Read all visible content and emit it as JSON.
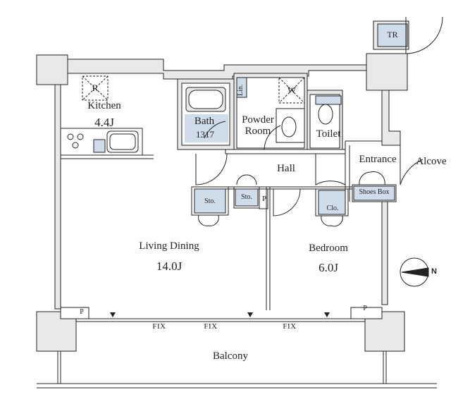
{
  "rooms": {
    "kitchen": {
      "name": "Kitchen",
      "area": "4.4J"
    },
    "living": {
      "name": "Living Dining",
      "area": "14.0J"
    },
    "bedroom": {
      "name": "Bedroom",
      "area": "6.0J"
    },
    "bath": {
      "name": "Bath",
      "size": "1317"
    },
    "powder": {
      "line1": "Powder",
      "line2": "Room"
    },
    "toilet": "Toilet",
    "hall": "Hall",
    "entrance": "Entrance",
    "alcove": "Alcove",
    "balcony": "Balcony"
  },
  "fixtures": {
    "refrigerator": "R",
    "washer": "W",
    "linen": "Lin.",
    "storage_left": "Sto.",
    "storage_hall": "Sto.",
    "pipe_space": "P",
    "closet": "Clo.",
    "shoes_box": "Shoes Box",
    "trunk_room": "TR"
  },
  "windows": {
    "fix_labels": [
      "FIX",
      "FIX",
      "FIX"
    ]
  },
  "compass": {
    "label": "N"
  },
  "colors": {
    "wall": "#e9e9e9",
    "line": "#222222",
    "fixture": "#cfdcea"
  }
}
